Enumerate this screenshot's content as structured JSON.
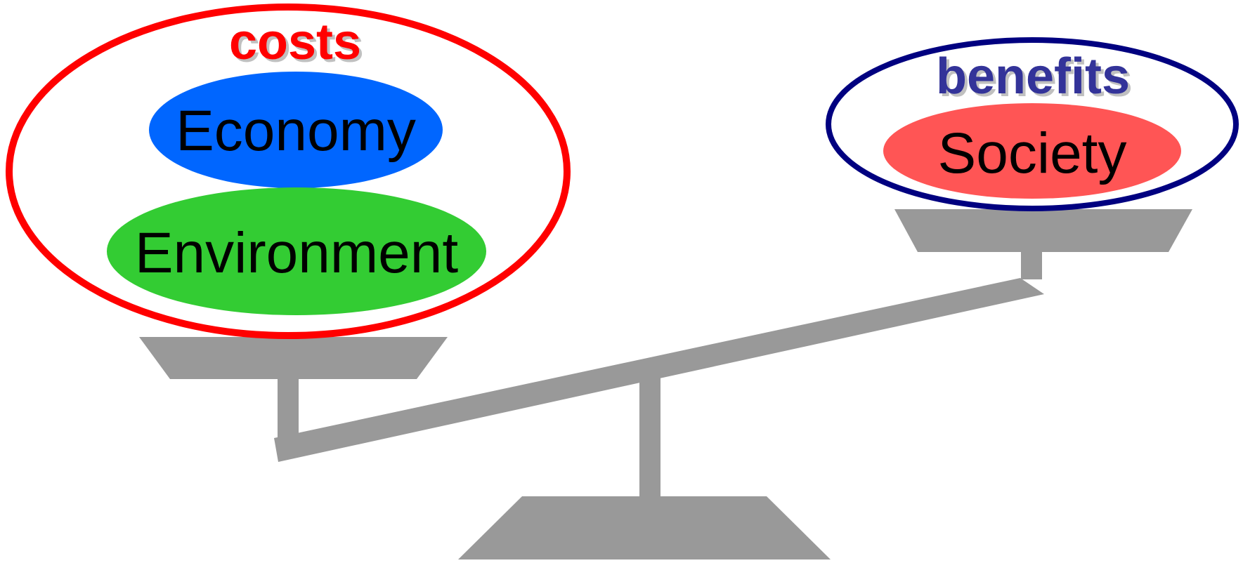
{
  "labels": {
    "costs": "costs",
    "benefits": "benefits",
    "economy": "Economy",
    "environment": "Environment",
    "society": "Society"
  },
  "colors": {
    "costs_outline": "#ff0000",
    "costs_text": "#ff0000",
    "benefits_outline": "#000080",
    "benefits_text": "#333399",
    "economy_fill": "#0066ff",
    "environment_fill": "#33cc33",
    "society_fill": "#ff5555",
    "scale_gray": "#999999",
    "text_shadow": "#c0c0c0"
  }
}
